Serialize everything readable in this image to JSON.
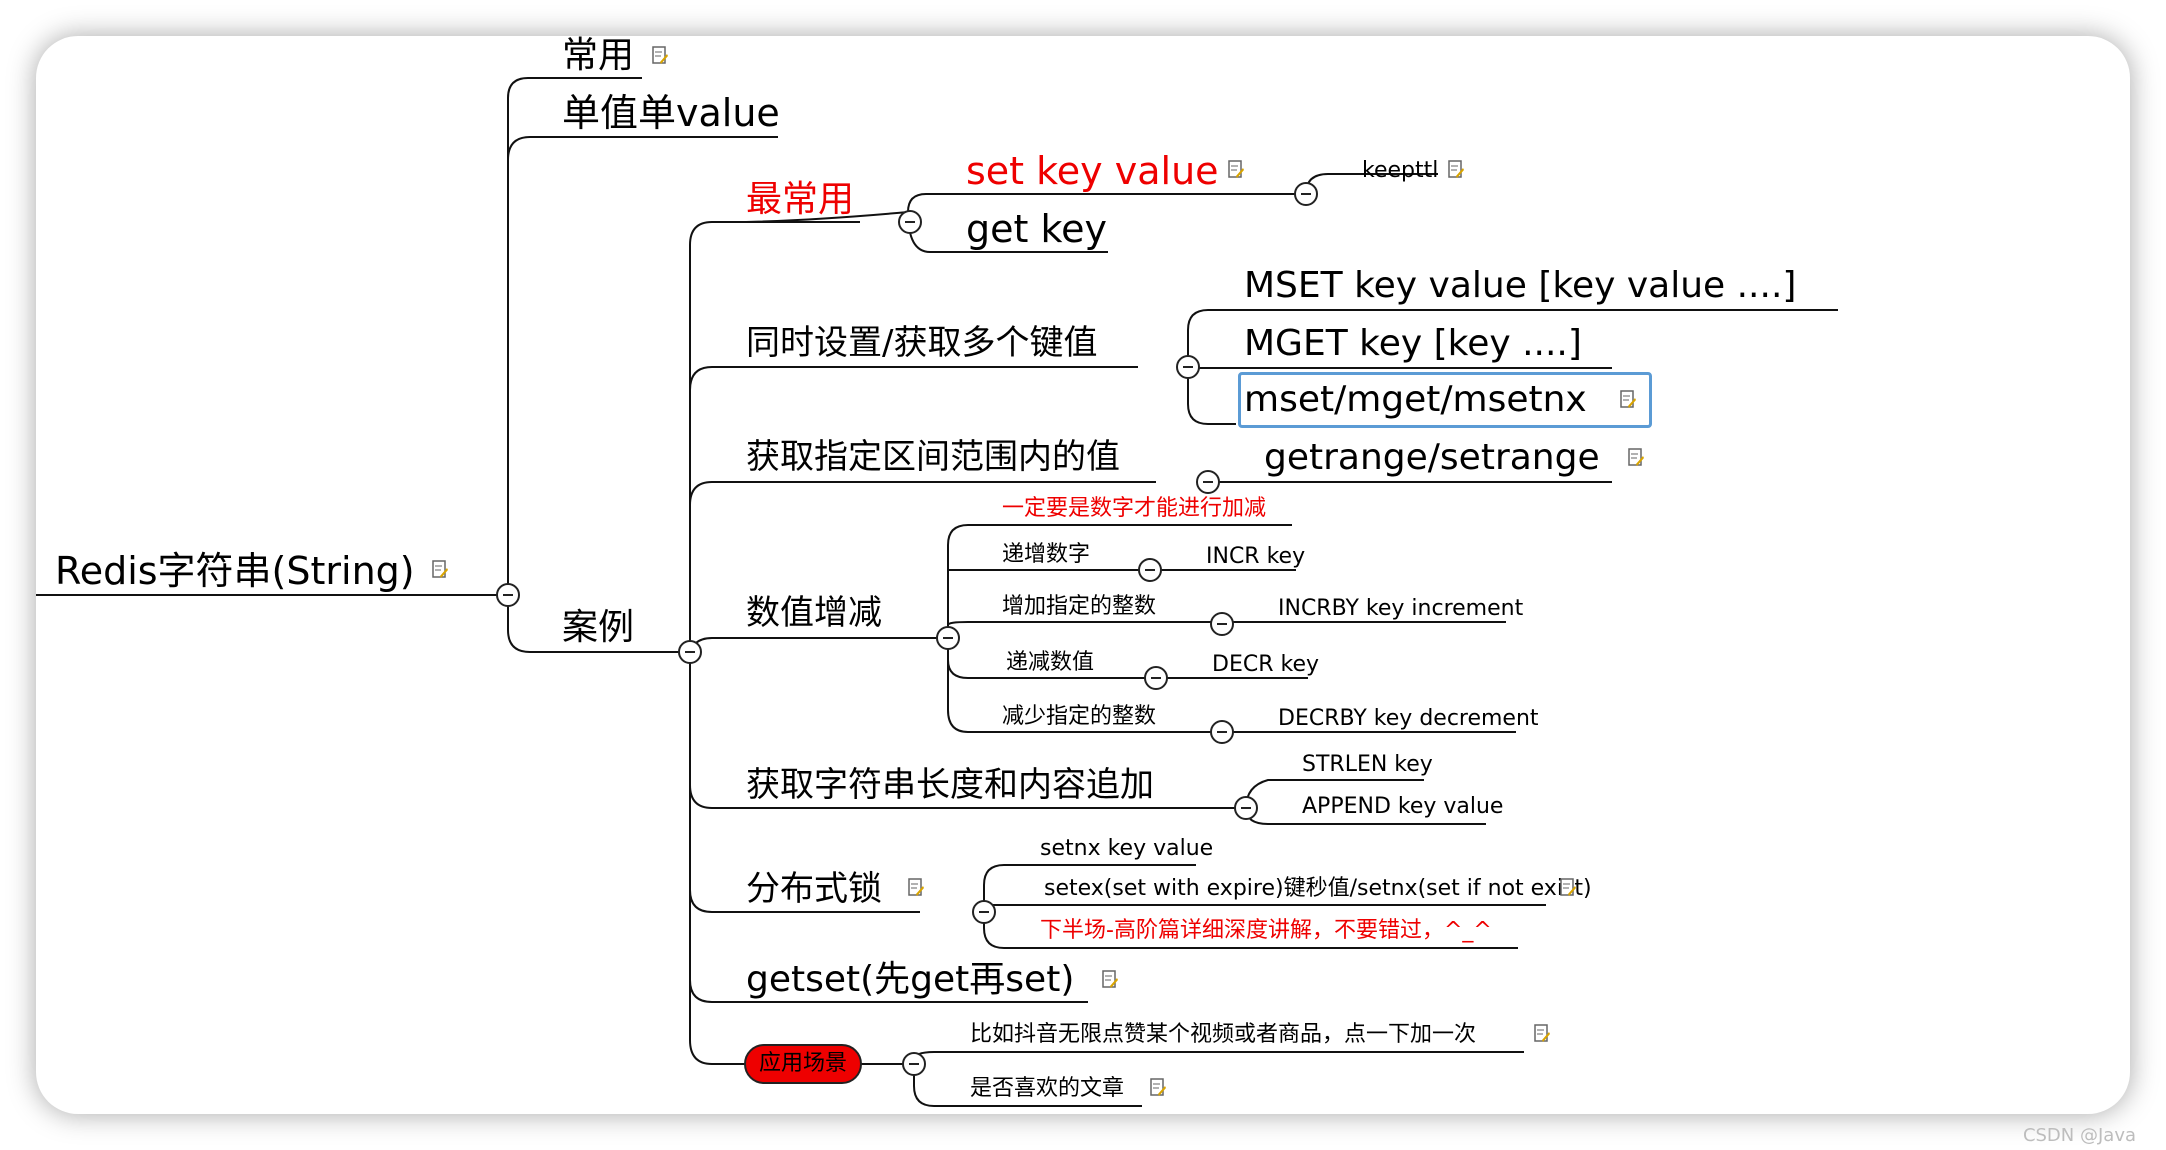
{
  "colors": {
    "accent_red": "#ee0000",
    "line": "#111111",
    "selection": "#5b9bd5"
  },
  "icons": {
    "note": "note-pencil-icon",
    "collapse": "collapse-minus-icon"
  },
  "mindmap": {
    "root": "Redis字符串(String)",
    "level1": {
      "common": "常用",
      "single_kv": "单值单value",
      "cases": "案例"
    },
    "most_common": {
      "title": "最常用",
      "set": "set key value",
      "keepttl": "keepttl",
      "get": "get key"
    },
    "multi": {
      "title": "同时设置/获取多个键值",
      "mset": "MSET key value [key value ....]",
      "mget": "MGET key [key ....]",
      "msetnx": "mset/mget/msetnx"
    },
    "range": {
      "title": "获取指定区间范围内的值",
      "cmd": "getrange/setrange"
    },
    "numeric": {
      "title": "数值增减",
      "note": "一定要是数字才能进行加减",
      "incr_label": "递增数字",
      "incr_cmd": "INCR key",
      "incrby_label": "增加指定的整数",
      "incrby_cmd": "INCRBY key increment",
      "decr_label": "递减数值",
      "decr_cmd": "DECR key",
      "decrby_label": "减少指定的整数",
      "decrby_cmd": "DECRBY key decrement"
    },
    "strlen": {
      "title": "获取字符串长度和内容追加",
      "strlen_cmd": "STRLEN key",
      "append_cmd": "APPEND key value"
    },
    "lock": {
      "title": "分布式锁",
      "setnx": "setnx key value",
      "setex": "setex(set with expire)键秒值/setnx(set if not exist)",
      "note": "下半场-高阶篇详细深度讲解，不要错过，^_^"
    },
    "getset": "getset(先get再set)",
    "scenes": {
      "title": "应用场景",
      "like": "比如抖音无限点赞某个视频或者商品，点一下加一次",
      "article": "是否喜欢的文章"
    }
  },
  "watermark": "CSDN @Java"
}
